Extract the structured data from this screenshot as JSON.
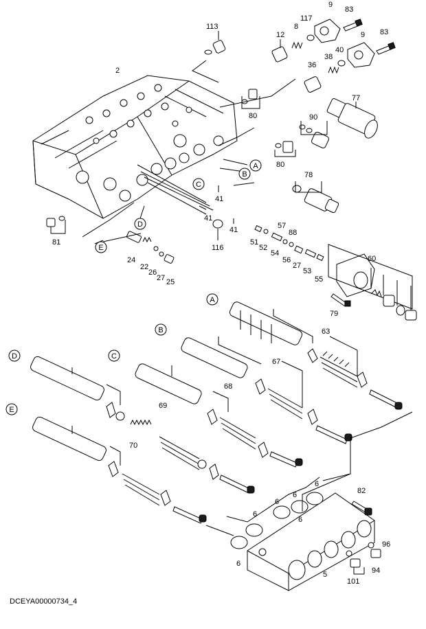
{
  "part_numbers": {
    "p113": "113",
    "p117": "117",
    "p9a": "9",
    "p83a": "83",
    "p12": "12",
    "p8": "8",
    "p9b": "9",
    "p83b": "83",
    "p40": "40",
    "p38": "38",
    "p36": "36",
    "p2": "2",
    "p77": "77",
    "p80a": "80",
    "p90": "90",
    "p80b": "80",
    "p78": "78",
    "p41a": "41",
    "p41b": "41",
    "p41c": "41",
    "p81": "81",
    "p116": "116",
    "p57": "57",
    "p88": "88",
    "p51": "51",
    "p52": "52",
    "p54": "54",
    "p56": "56",
    "p27a": "27",
    "p53": "53",
    "p55": "55",
    "p24": "24",
    "p22": "22",
    "p26": "26",
    "p27b": "27",
    "p25": "25",
    "p60": "60",
    "p79": "79",
    "p63": "63",
    "p67": "67",
    "p68": "68",
    "p69": "69",
    "p70": "70",
    "p82": "82",
    "p96": "96",
    "p94": "94",
    "p101": "101",
    "p5": "5",
    "p6a": "6",
    "p6b": "6",
    "p6c": "6",
    "p6d": "6",
    "p6e": "6",
    "p6f": "6"
  },
  "callouts": {
    "a": "A",
    "b": "B",
    "c": "C",
    "d": "D",
    "e": "E"
  },
  "document_code": "DCEYA00000734_4"
}
